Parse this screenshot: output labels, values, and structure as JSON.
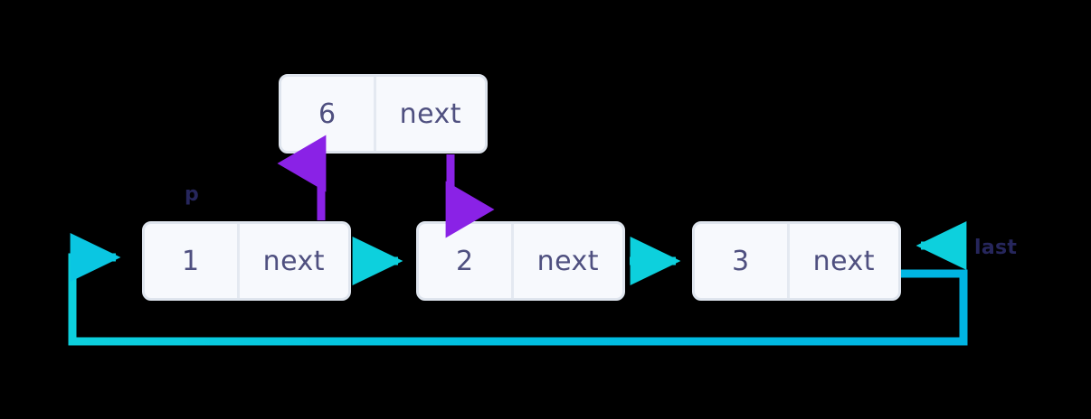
{
  "diagram": {
    "title": "singly-linked-list-insert-after-node",
    "background_color": "#000000",
    "colors": {
      "node_fill": "#f7f9fd",
      "node_border": "#dfe5ee",
      "node_text": "#4f5080",
      "pointer_label": "#26265c",
      "purple_arrow": "#8a22e6",
      "cyan_arrow": "#0dd0dd",
      "loop_line": "#00b8e0"
    },
    "nodes": [
      {
        "id": "n6",
        "value": "6",
        "next_label": "next"
      },
      {
        "id": "n1",
        "value": "1",
        "next_label": "next"
      },
      {
        "id": "n2",
        "value": "2",
        "next_label": "next"
      },
      {
        "id": "n3",
        "value": "3",
        "next_label": "next"
      }
    ],
    "pointer_labels": [
      {
        "id": "p",
        "text": "p"
      },
      {
        "id": "last",
        "text": "last"
      }
    ],
    "arrows": [
      {
        "id": "new-node-to-n2",
        "style": "solid",
        "color": "#8a22e6",
        "direction": "down",
        "from": "node-6-next",
        "to": "node-2"
      },
      {
        "id": "n1-to-new-node",
        "style": "solid",
        "color": "#8a22e6",
        "direction": "up",
        "from": "node-1-next",
        "to": "node-6"
      },
      {
        "id": "n1-to-n2-broken",
        "style": "dashed",
        "color": "#0dd0dd",
        "direction": "right",
        "from": "node-1-next",
        "to": "node-2"
      },
      {
        "id": "n2-to-n3",
        "style": "solid",
        "color": "#0dd0dd",
        "direction": "right",
        "from": "node-2-next",
        "to": "node-3"
      },
      {
        "id": "last-to-n3",
        "style": "solid",
        "color": "#0dd0dd",
        "direction": "left",
        "from": "last-label",
        "to": "node-3"
      },
      {
        "id": "n3-to-n1-loop",
        "style": "solid",
        "color": "#00b8e0",
        "direction": "right",
        "from": "node-3-next",
        "to": "node-1"
      }
    ]
  }
}
